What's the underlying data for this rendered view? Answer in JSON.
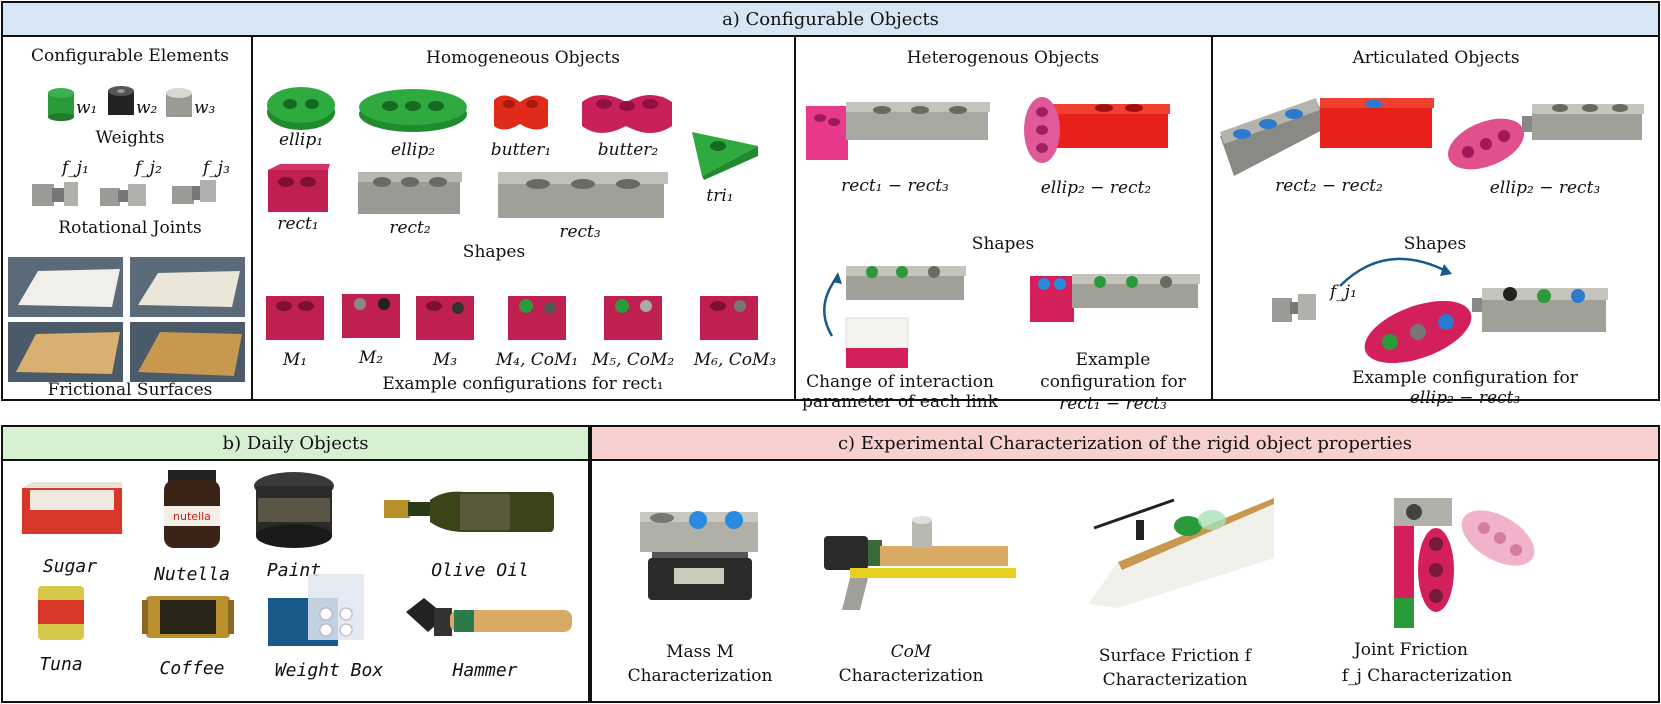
{
  "panel_a": {
    "header": "a) Configurable Objects",
    "config_elements": {
      "title": "Configurable Elements",
      "weights_label": "Weights",
      "weight_names": [
        "w₁",
        "w₂",
        "w₃"
      ],
      "joints_label": "Rotational Joints",
      "joint_names": [
        "f_j₁",
        "f_j₂",
        "f_j₃"
      ],
      "surfaces_label": "Frictional Surfaces"
    },
    "homogeneous": {
      "title": "Homogeneous Objects",
      "shape_names": [
        "ellip₁",
        "ellip₂",
        "butter₁",
        "butter₂",
        "tri₁",
        "rect₁",
        "rect₂",
        "rect₃"
      ],
      "shapes_label": "Shapes",
      "config_names": [
        "M₁",
        "M₂",
        "M₃",
        "M₄, CoM₁",
        "M₅, CoM₂",
        "M₆, CoM₃"
      ],
      "config_caption": "Example configurations for rect₁"
    },
    "heterogeneous": {
      "title": "Heterogenous Objects",
      "pair_names": [
        "rect₁ − rect₃",
        "ellip₂ − rect₂"
      ],
      "shapes_label": "Shapes",
      "change_caption_1": "Change of interaction",
      "change_caption_2": "parameter of each link",
      "example_caption_1": "Example",
      "example_caption_2": "configuration for",
      "example_caption_3": "rect₁ − rect₃"
    },
    "articulated": {
      "title": "Articulated Objects",
      "pair_names": [
        "rect₂ − rect₂",
        "ellip₂ − rect₃"
      ],
      "shapes_label": "Shapes",
      "joint_label": "f_j₁",
      "example_caption_1": "Example configuration for",
      "example_caption_2": "ellip₂ − rect₃"
    }
  },
  "panel_b": {
    "header": "b) Daily Objects",
    "objects": [
      "Sugar",
      "Nutella",
      "Paint",
      "Olive Oil",
      "Tuna",
      "Coffee",
      "Weight Box",
      "Hammer"
    ]
  },
  "panel_c": {
    "header": "c) Experimental Characterization of the rigid object properties",
    "items": [
      {
        "line1": "Mass M",
        "line2": "Characterization"
      },
      {
        "line1": "CoM",
        "line2": "Characterization"
      },
      {
        "line1": "Surface Friction f",
        "line2": "Characterization"
      },
      {
        "line1": "Joint Friction",
        "line2": "f_j  Characterization"
      }
    ]
  },
  "colors": {
    "header_a": "#d6e6f4",
    "header_b": "#d8f0d2",
    "header_c": "#f8d0d0",
    "green": "#2a9a3a",
    "red": "#e02a1a",
    "magenta": "#d42a6a",
    "gray": "#a8a8a4",
    "blue": "#2a8ae0",
    "wood": "#d8b070"
  }
}
